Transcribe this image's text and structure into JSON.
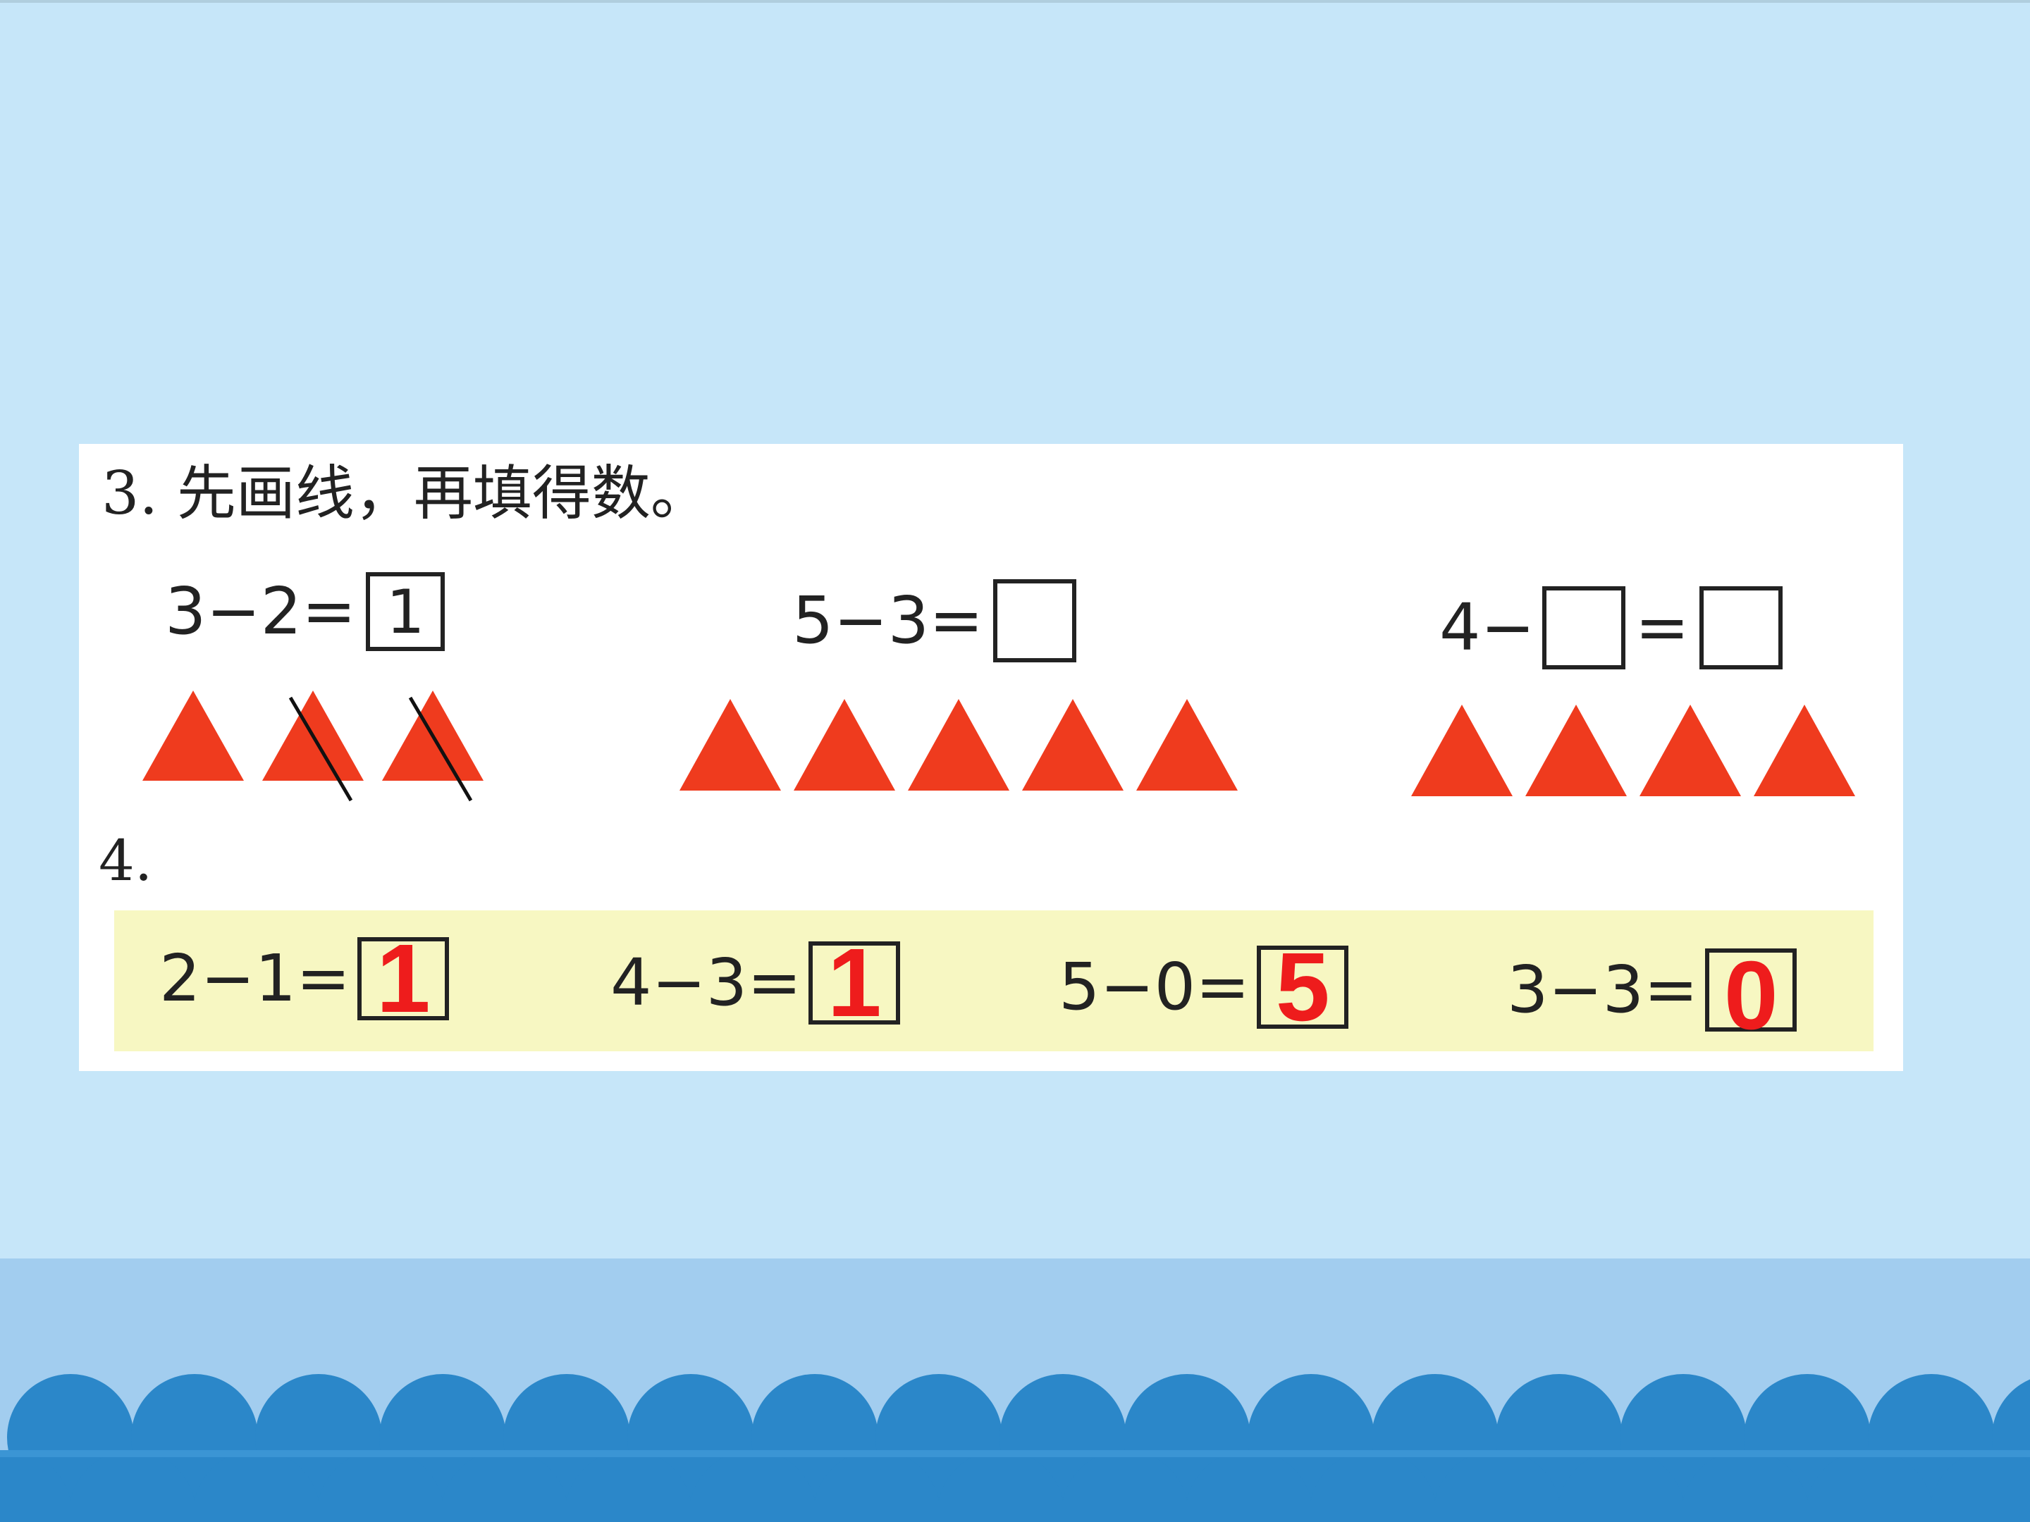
{
  "slide": {
    "question3": {
      "title": "3. 先画线，再填得数。",
      "problems": [
        {
          "left": "3−2=",
          "answer": "1",
          "triangles": 3,
          "crossed": 2
        },
        {
          "left": "5−3=",
          "answer": "",
          "triangles": 5,
          "crossed": 0
        },
        {
          "a": "4−",
          "b": "=",
          "triangles": 4,
          "crossed": 0
        }
      ]
    },
    "question4": {
      "label": "4.",
      "problems": [
        {
          "expr": "2−1=",
          "answer": "1"
        },
        {
          "expr": "4−3=",
          "answer": "1"
        },
        {
          "expr": "5−0=",
          "answer": "5"
        },
        {
          "expr": "3−3=",
          "answer": "0"
        }
      ]
    }
  },
  "colors": {
    "background": "#c6e6f9",
    "band": "#a2cdef",
    "waves": "#2b87c9",
    "triangle": "#ef3b1e",
    "answer": "#ee1c1c",
    "highlight": "#f7f7c2"
  }
}
